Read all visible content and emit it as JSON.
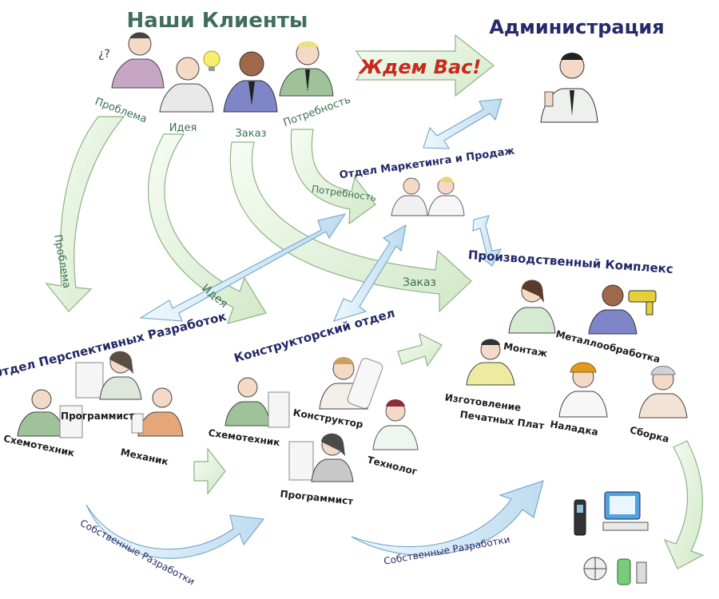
{
  "colors": {
    "arrow_green": "#e3f1dd",
    "arrow_green_stroke": "#7fa873",
    "arrow_blue": "#d9ecf7",
    "arrow_blue_stroke": "#5e9bc4",
    "title_navy": "#262a6b",
    "title_green": "#3f6e5c",
    "label_green": "#3d6f56",
    "label_navy": "#232866",
    "red_text": "#c8291d",
    "skin": "#f4d9c6",
    "suit_dark": "#2e344f",
    "suit_green": "#9fc29a",
    "suit_blue": "#7f86c8",
    "suit_lilac": "#c7a5c4",
    "suit_orange": "#e5a779",
    "suit_gray": "#c8c8c8",
    "hard_hat": "#e39a1a"
  },
  "titles": {
    "clients": "Наши Клиенты",
    "admin": "Администрация",
    "welcome": "Ждем Вас!",
    "marketing": "Отдел Маркетинга и Продаж",
    "production": "Производственный Комплекс",
    "research": "Отдел Перспективных Разработок",
    "design": "Конструкторский отдел"
  },
  "client_labels": {
    "problem": "Проблема",
    "idea": "Идея",
    "order": "Заказ",
    "need": "Потребность"
  },
  "flow_labels": {
    "need": "Потребность",
    "problem": "Проблема",
    "idea": "Идея",
    "order": "Заказ",
    "own_dev_1": "Собственные Разработки",
    "own_dev_2": "Собственные Разработки"
  },
  "roles": {
    "research_circuit": "Схемотехник",
    "research_programmer": "Программист",
    "research_mechanic": "Механик",
    "design_circuit": "Схемотехник",
    "design_engineer": "Конструктор",
    "design_technologist": "Технолог",
    "design_programmer": "Программист",
    "prod_assembly": "Монтаж",
    "prod_metal": "Металлообработка",
    "prod_pcb_line1": "Изготовление",
    "prod_pcb_line2": "Печатных Плат",
    "prod_tuning": "Наладка",
    "prod_build": "Сборка"
  },
  "icons": {
    "client_1": "thinking-man-icon",
    "client_2": "idea-man-lightbulb-icon",
    "client_3": "order-man-icon",
    "client_4": "need-man-icon",
    "admin": "administrator-icon",
    "marketing": "two-managers-icon",
    "equipment": "telecom-equipment-icon"
  }
}
